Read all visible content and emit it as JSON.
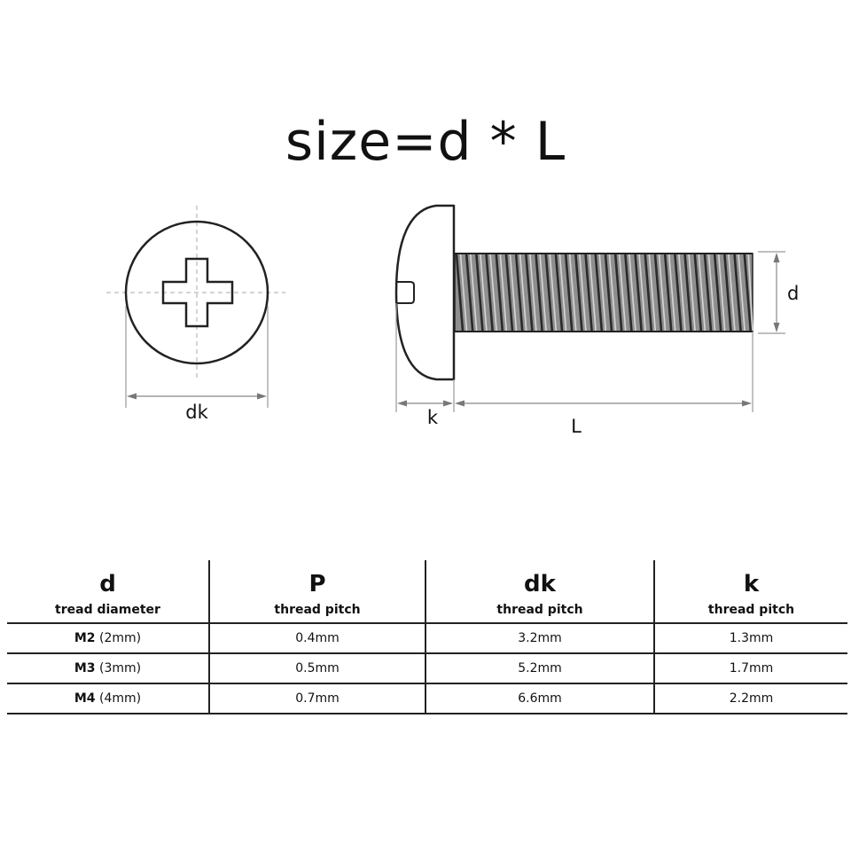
{
  "title": "size=d * L",
  "labels": {
    "dk": "dk",
    "k": "k",
    "L": "L",
    "d": "d"
  },
  "table": {
    "columns": [
      {
        "symbol": "d",
        "subtitle": "tread diameter"
      },
      {
        "symbol": "P",
        "subtitle": "thread pitch"
      },
      {
        "symbol": "dk",
        "subtitle": "thread pitch"
      },
      {
        "symbol": "k",
        "subtitle": "thread pitch"
      }
    ],
    "rows": [
      {
        "size": "M2",
        "size_mm": "(2mm)",
        "p": "0.4mm",
        "dk": "3.2mm",
        "k": "1.3mm"
      },
      {
        "size": "M3",
        "size_mm": "(3mm)",
        "p": "0.5mm",
        "dk": "5.2mm",
        "k": "1.7mm"
      },
      {
        "size": "M4",
        "size_mm": "(4mm)",
        "p": "0.7mm",
        "dk": "6.6mm",
        "k": "2.2mm"
      }
    ]
  }
}
